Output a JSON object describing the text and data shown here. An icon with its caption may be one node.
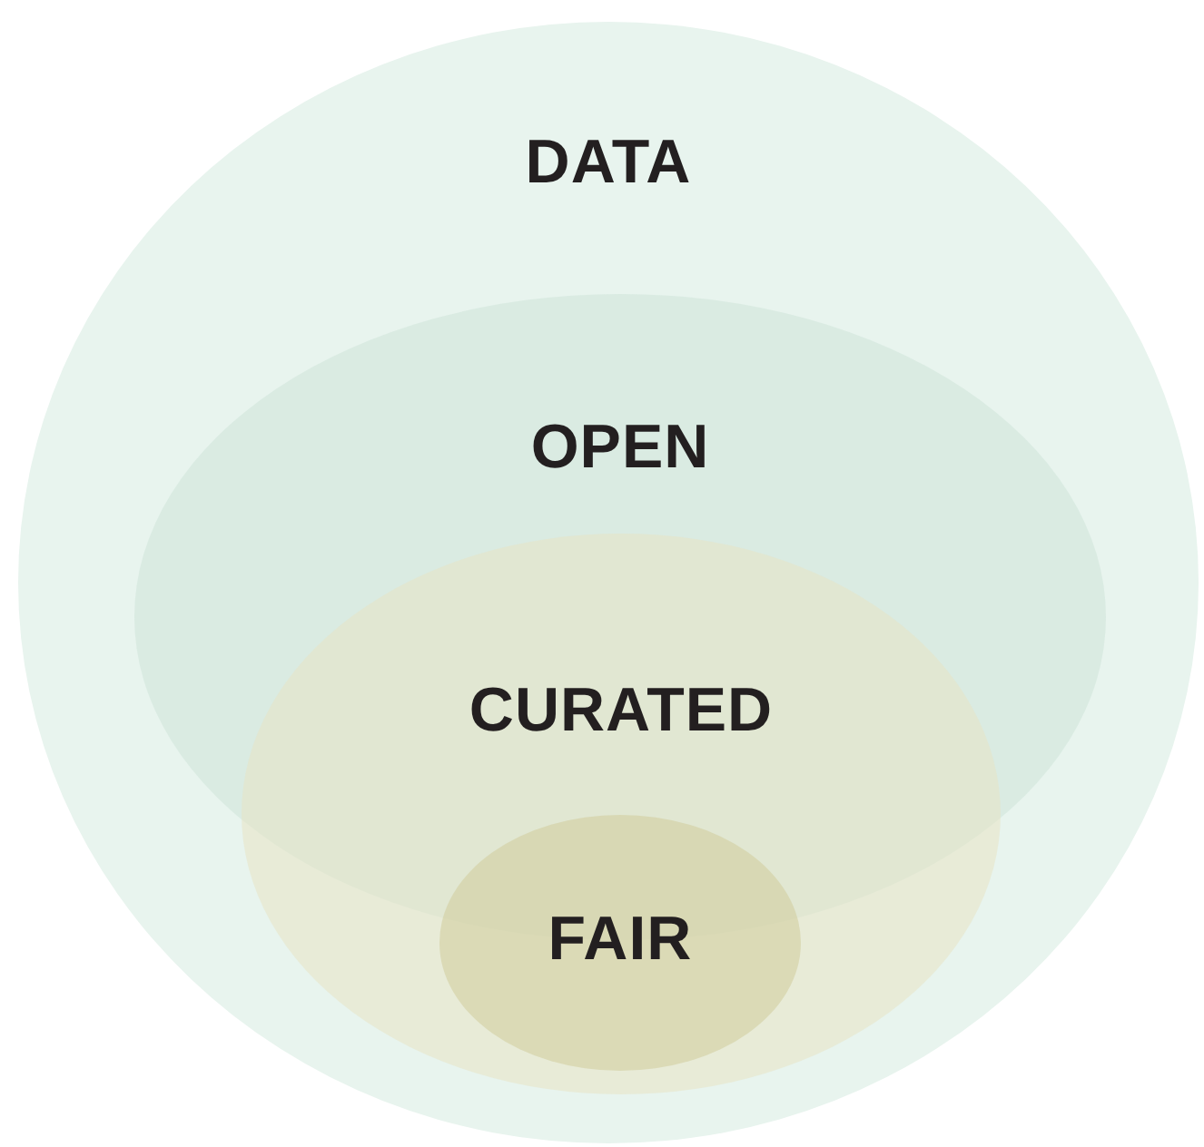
{
  "diagram": {
    "nodes": [
      {
        "text": [
          "DATA"
        ]
      },
      {
        "text": [
          "OPEN"
        ],
        "in": 0
      },
      {
        "text": [
          "CURATED"
        ],
        "in": 0
      },
      {
        "text": [
          "FAIR"
        ],
        "in": 2
      }
    ]
  }
}
